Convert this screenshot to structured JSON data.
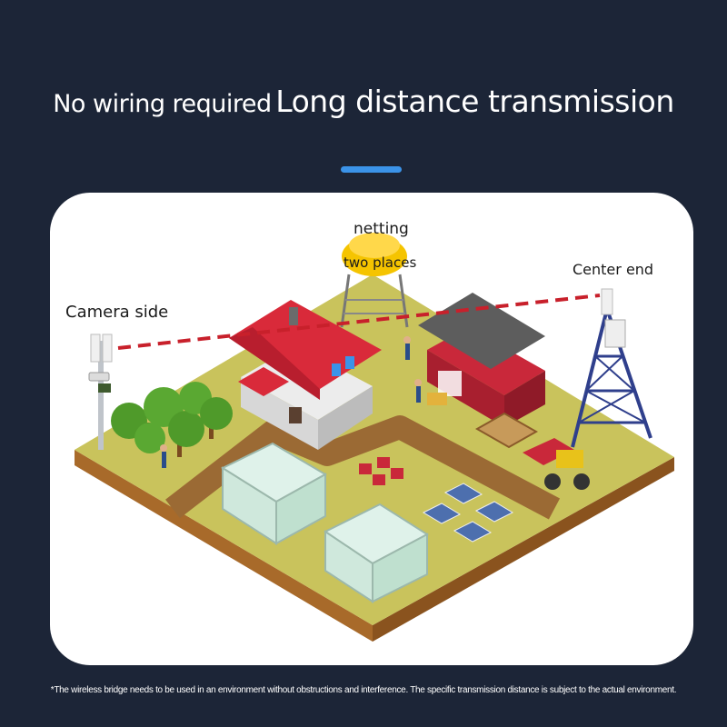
{
  "header": {
    "title_part1": "No wiring required",
    "title_part2": "Long distance transmission"
  },
  "labels": {
    "camera_side": "Camera side",
    "center_end": "Center end",
    "netting": "netting",
    "two_places": "two places"
  },
  "footnote": "*The wireless bridge needs to be used in an environment without obstructions and interference. The specific transmission distance is subject to the actual environment.",
  "colors": {
    "background": "#1c2537",
    "card": "#ffffff",
    "accent": "#3b93e8",
    "signal_line": "#c8202b",
    "ground": "#c9c35c",
    "path": "#9b6a34",
    "roof_red": "#d92a3a",
    "barn_red": "#c9283a",
    "tower_blue": "#2f3f8c",
    "netting_yellow": "#f5c400"
  }
}
